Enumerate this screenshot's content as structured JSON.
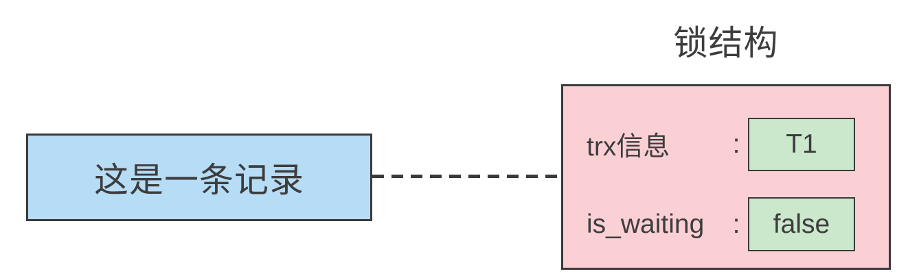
{
  "diagram": {
    "title": "锁结构",
    "record_box": {
      "label": "这是一条记录"
    },
    "lock_box": {
      "rows": [
        {
          "label": "trx信息",
          "separator": ":",
          "value": "T1"
        },
        {
          "label": "is_waiting",
          "separator": ":",
          "value": "false"
        }
      ]
    },
    "colors": {
      "record_fill": "#b7dcf5",
      "lock_fill": "#fbd0d5",
      "value_fill": "#cbe7cc",
      "border": "#3a3a3a",
      "text": "#3d3d3d",
      "bg": "#ffffff"
    }
  }
}
